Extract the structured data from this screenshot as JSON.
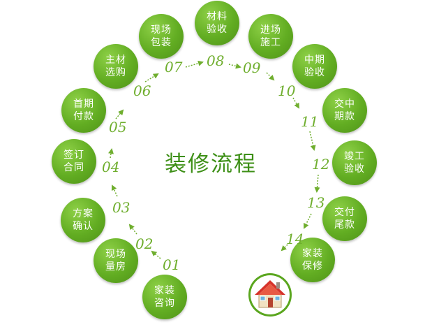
{
  "title": "装修流程",
  "steps": [
    {
      "num": "01",
      "line1": "家装",
      "line2": "咨询"
    },
    {
      "num": "02",
      "line1": "现场",
      "line2": "量房"
    },
    {
      "num": "03",
      "line1": "方案",
      "line2": "确认"
    },
    {
      "num": "04",
      "line1": "签订",
      "line2": "合同"
    },
    {
      "num": "05",
      "line1": "首期",
      "line2": "付款"
    },
    {
      "num": "06",
      "line1": "主材",
      "line2": "选购"
    },
    {
      "num": "07",
      "line1": "现场",
      "line2": "包装"
    },
    {
      "num": "08",
      "line1": "材料",
      "line2": "验收"
    },
    {
      "num": "09",
      "line1": "进场",
      "line2": "施工"
    },
    {
      "num": "10",
      "line1": "中期",
      "line2": "验收"
    },
    {
      "num": "11",
      "line1": "交中",
      "line2": "期款"
    },
    {
      "num": "12",
      "line1": "竣工",
      "line2": "验收"
    },
    {
      "num": "13",
      "line1": "交付",
      "line2": "尾款"
    },
    {
      "num": "14",
      "line1": "家装",
      "line2": "保修"
    }
  ],
  "colors": {
    "circle": "#62ad22",
    "number": "#6fae2e",
    "title": "#3d8f16",
    "arrow": "#6fae2e",
    "roof": "#d6322a"
  },
  "icons": {
    "end": "house-icon"
  }
}
